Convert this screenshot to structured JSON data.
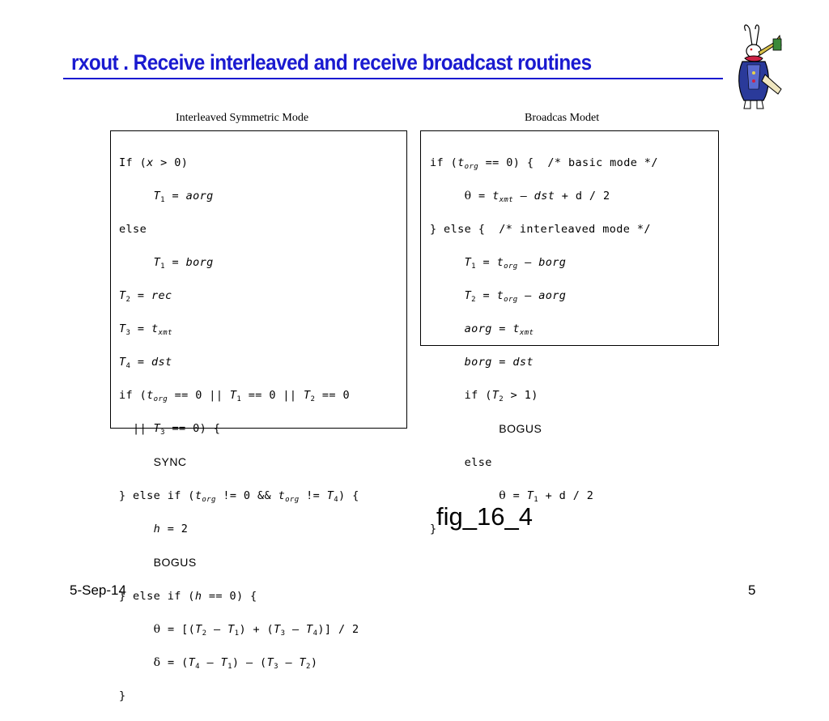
{
  "slide": {
    "title": "rxout  . Receive interleaved and receive broadcast routines",
    "left_caption": "Interleaved Symmetric Mode",
    "right_caption": "Broadcas Modet",
    "figure_label": "fig_16_4",
    "footer_date": "5-Sep-14",
    "page_number": "5"
  },
  "logo": {
    "icon": "white-rabbit-illustration-icon"
  },
  "left_code": [
    "If (x > 0)",
    "T1 = aorg",
    "else",
    "T1 = borg",
    "T2 = rec",
    "T3 = txmt",
    "T4 = dst",
    "if (torg == 0 || T1 == 0 || T2 == 0",
    "|| T3 == 0) {",
    "SYNC",
    "} else if (torg != 0 && torg != T4) {",
    "h = 2",
    "BOGUS",
    "} else if (h == 0) {",
    "θ = [(T2 – T1) + (T3 – T4)] / 2",
    "δ = (T4 – T1) – (T3 – T2)",
    "}"
  ],
  "right_code": [
    "if (torg == 0) {  /* basic mode */",
    "θ = txmt – dst + d / 2",
    "} else {  /* interleaved mode */",
    "T1 = torg – borg",
    "T2 = torg – aorg",
    "aorg = txmt",
    "borg = dst",
    "if (T2 > 1)",
    "BOGUS",
    "else",
    "θ = T1 + d / 2",
    "}"
  ]
}
